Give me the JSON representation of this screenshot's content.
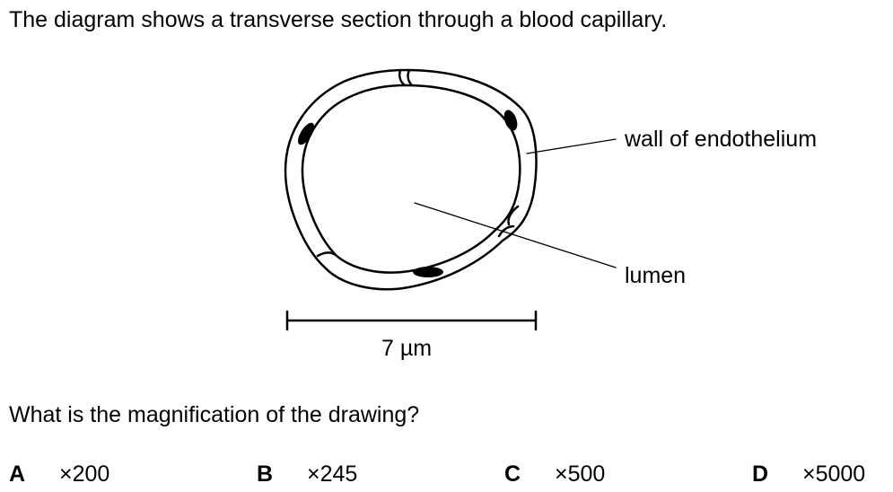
{
  "intro": "The diagram shows a transverse section through a blood capillary.",
  "diagram": {
    "labels": {
      "wall": "wall of endothelium",
      "lumen": "lumen"
    },
    "scale_bar": "7 µm"
  },
  "question": "What is the magnification of the drawing?",
  "options": [
    {
      "letter": "A",
      "value": "×200"
    },
    {
      "letter": "B",
      "value": "×245"
    },
    {
      "letter": "C",
      "value": "×500"
    },
    {
      "letter": "D",
      "value": "×5000"
    }
  ]
}
